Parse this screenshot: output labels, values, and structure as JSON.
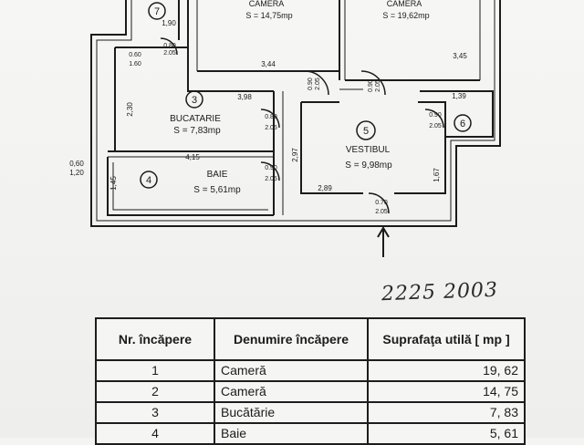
{
  "plan": {
    "rooms": [
      {
        "name": "CAMERA",
        "area": "S = 14,75mp"
      },
      {
        "name": "CAMERA",
        "area": "S = 19,62mp"
      },
      {
        "name": "BUCATARIE",
        "area": "S = 7,83mp",
        "number": "3"
      },
      {
        "name": "BAIE",
        "area": "S = 5,61mp",
        "number": "4"
      },
      {
        "name": "VESTIBUL",
        "area": "S = 9,98mp",
        "number": "5"
      }
    ],
    "other_numbers": [
      "6",
      "7"
    ],
    "dimensions": [
      "3,44",
      "3,45",
      "3,98",
      "1,39",
      "4,15",
      "2,89",
      "2,30",
      "1,45",
      "1,67",
      "2,97",
      "1,90",
      "0,60",
      "1,20"
    ],
    "door_labels": [
      "0.90",
      "2.05",
      "0.90",
      "2.05",
      "0.80",
      "2.05",
      "0.90",
      "2.05",
      "0.90",
      "2.05",
      "0.70",
      "2.05",
      "0.80",
      "2.05",
      "0.60",
      "1.60"
    ]
  },
  "handwritten_note": "2225 2003",
  "table": {
    "headers": [
      "Nr. încăpere",
      "Denumire încăpere",
      "Suprafaţa utilă [ mp ]"
    ],
    "rows": [
      {
        "nr": "1",
        "name": "Cameră",
        "area": "19, 62"
      },
      {
        "nr": "2",
        "name": "Cameră",
        "area": "14, 75"
      },
      {
        "nr": "3",
        "name": "Bucătărie",
        "area": "7, 83"
      },
      {
        "nr": "4",
        "name": "Baie",
        "area": "5, 61"
      }
    ]
  }
}
